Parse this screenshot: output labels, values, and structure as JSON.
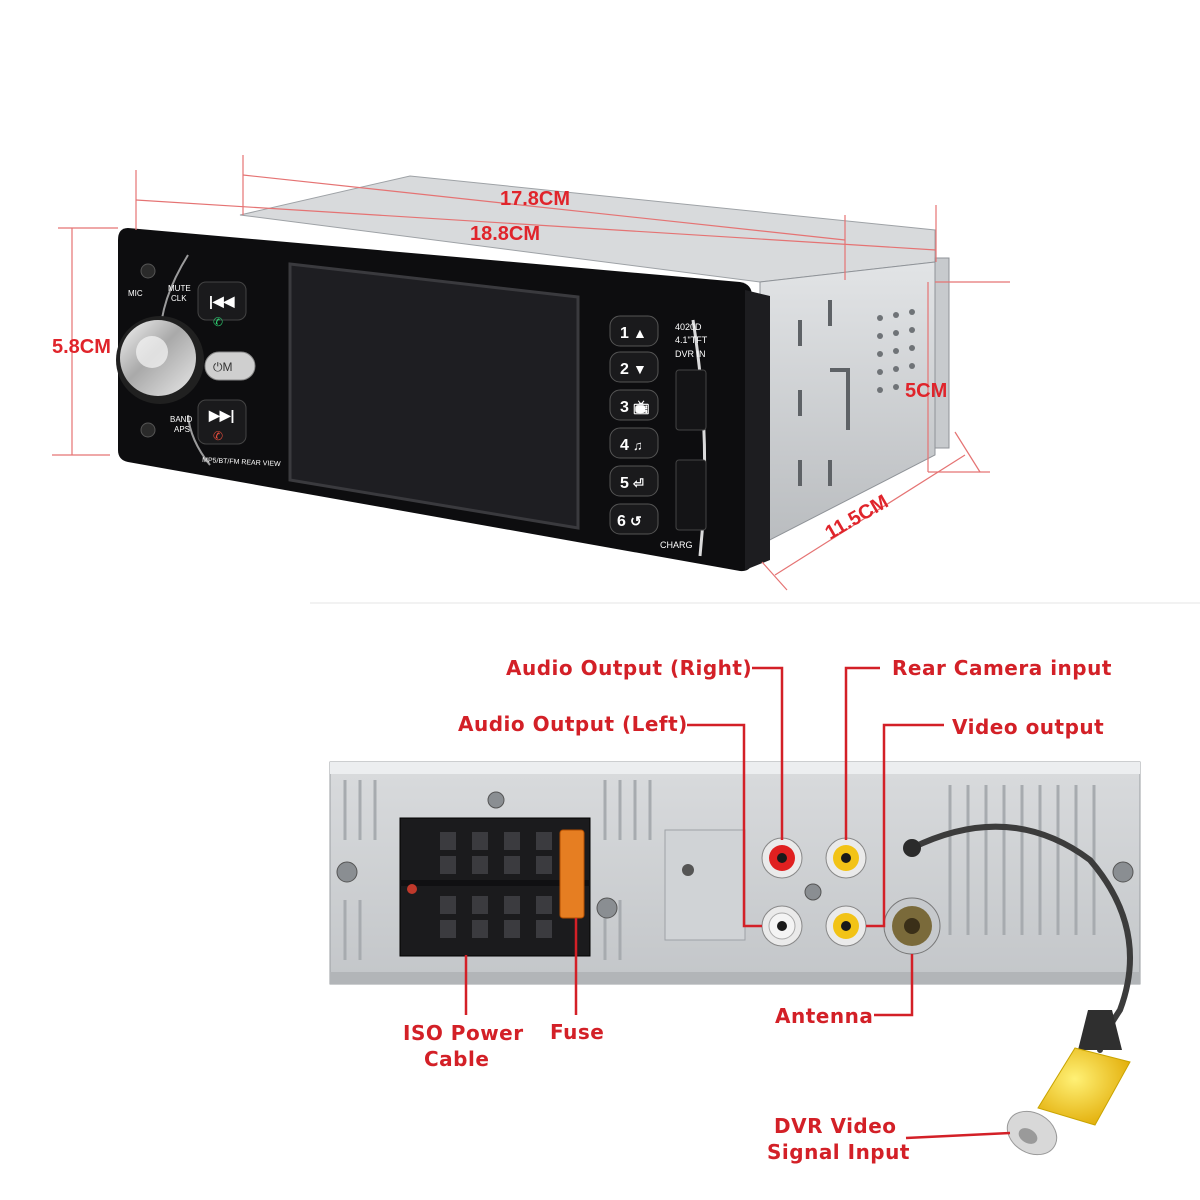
{
  "dimensions": {
    "length_inner": "17.8CM",
    "length_outer": "18.8CM",
    "front_height": "5.8CM",
    "chassis_height": "5CM",
    "depth": "11.5CM"
  },
  "faceplate": {
    "mic": "MIC",
    "mute": "MUTE",
    "clk": "CLK",
    "mode": "⏻M",
    "band": "BAND",
    "aps": "APS",
    "bottom_caption": "MP5/BT/FM REAR VIEW",
    "model": "4020D",
    "screen_size": "4.1\"TFT",
    "dvr_in": "DVR IN",
    "charg": "CHARG",
    "preset_buttons": [
      "1",
      "2",
      "3",
      "4",
      "5",
      "6"
    ],
    "prev_icon": "prev-track-icon",
    "next_icon": "next-track-icon"
  },
  "rear_panel_labels": {
    "audio_right": "Audio Output (Right)",
    "audio_left": "Audio Output (Left)",
    "rear_camera": "Rear Camera input",
    "video_output": "Video output",
    "iso_line1": "ISO Power",
    "iso_line2": "Cable",
    "fuse": "Fuse",
    "antenna": "Antenna",
    "dvr_line1": "DVR Video",
    "dvr_line2": "Signal Input"
  },
  "colors": {
    "annotation": "#d32027",
    "rca_red": "#e02020",
    "rca_yellow": "#f2c316",
    "chassis": "#c9cccf",
    "faceplate": "#0d0d0f"
  }
}
